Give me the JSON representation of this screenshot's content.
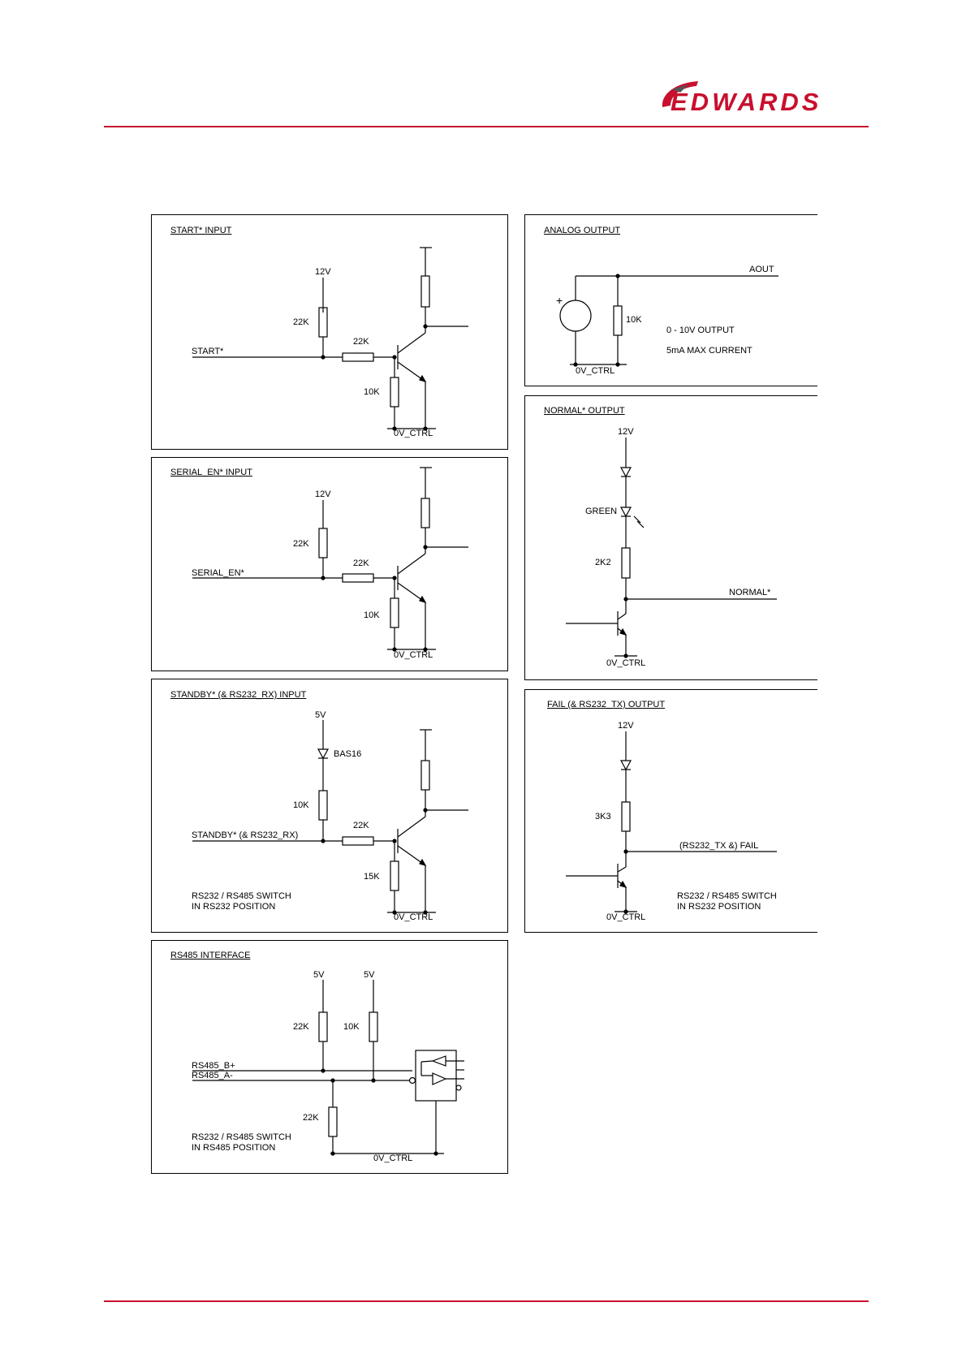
{
  "header": {
    "brand": "EDWARDS",
    "brand_color": "#c8102e"
  },
  "panels": {
    "start_input": {
      "title": "START* INPUT",
      "v12": "12V",
      "r_pull": "22K",
      "r_series": "22K",
      "r_base": "10K",
      "signal": "START*",
      "ground": "0V_CTRL"
    },
    "serial_en_input": {
      "title": "SERIAL_EN* INPUT",
      "v12": "12V",
      "r_pull": "22K",
      "r_series": "22K",
      "r_base": "10K",
      "signal": "SERIAL_EN*",
      "ground": "0V_CTRL"
    },
    "standby_input": {
      "title": "STANDBY* (& RS232_RX) INPUT",
      "v5": "5V",
      "diode": "BAS16",
      "r_pull": "10K",
      "r_series": "22K",
      "r_base": "15K",
      "signal": "STANDBY* (& RS232_RX)",
      "ground": "0V_CTRL",
      "note_line1": "RS232 / RS485 SWITCH",
      "note_line2": "IN RS232 POSITION"
    },
    "rs485_interface": {
      "title": "RS485 INTERFACE",
      "v5_a": "5V",
      "v5_b": "5V",
      "r_b": "22K",
      "r_a": "10K",
      "r_low": "22K",
      "signal_b": "RS485_B+",
      "signal_a": "RS485_A-",
      "ground": "0V_CTRL",
      "note_line1": "RS232 / RS485 SWITCH",
      "note_line2": "IN RS485 POSITION"
    },
    "analog_output": {
      "title": "ANALOG OUTPUT",
      "plus": "+",
      "signal": "AOUT",
      "r_load": "10K",
      "ground": "0V_CTRL",
      "note_line1": "0 - 10V OUTPUT",
      "note_line2": "5mA MAX CURRENT"
    },
    "normal_output": {
      "title": "NORMAL* OUTPUT",
      "v12": "12V",
      "led": "GREEN",
      "r_series": "2K2",
      "signal": "NORMAL*",
      "ground": "0V_CTRL"
    },
    "fail_output": {
      "title": "FAIL (& RS232_TX) OUTPUT",
      "v12": "12V",
      "r_series": "3K3",
      "signal": "(RS232_TX &) FAIL",
      "ground": "0V_CTRL",
      "note_line1": "RS232 / RS485 SWITCH",
      "note_line2": "IN RS232 POSITION"
    }
  }
}
